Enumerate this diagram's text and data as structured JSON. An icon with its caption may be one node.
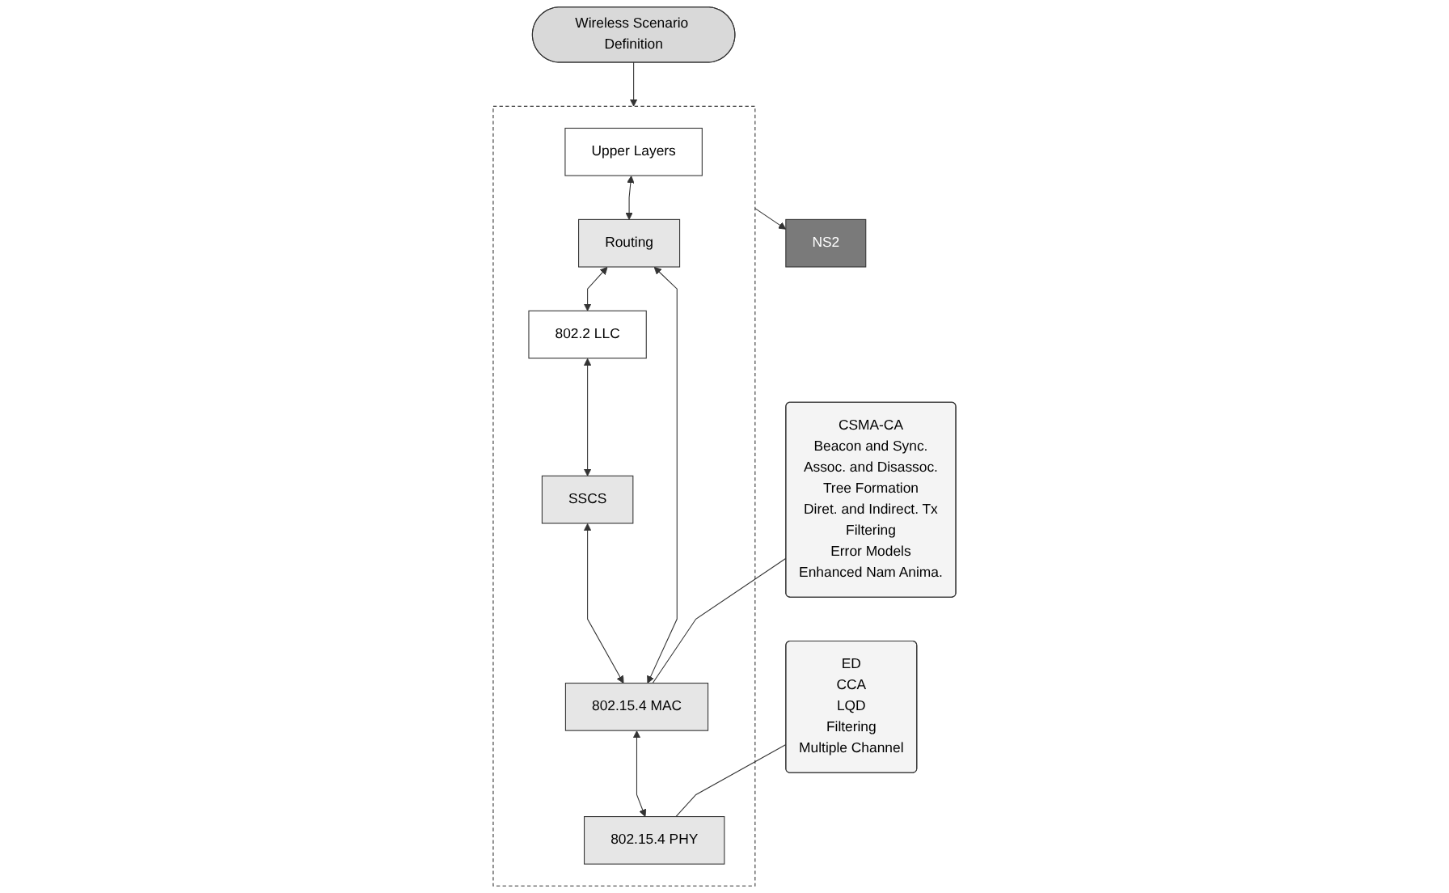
{
  "diagram": {
    "nodes": [
      {
        "text": [
          "Wireless Scenario Definition"
        ]
      },
      {
        "text": [],
        "shape": "box"
      },
      {
        "text": [
          "Upper Layers"
        ],
        "in": 1
      },
      {
        "text": [
          "Routing"
        ],
        "in": 1
      },
      {
        "text": [
          "802.2 LLC"
        ],
        "in": 1
      },
      {
        "text": [
          "SSCS"
        ],
        "in": 1
      },
      {
        "text": [
          "802.15.4 MAC"
        ],
        "in": 1
      },
      {
        "text": [
          "802.15.4 PHY"
        ],
        "in": 1
      },
      {
        "text": [
          "NS2"
        ]
      },
      {
        "text": [
          "ED",
          "CCA",
          "LQD",
          "Filtering",
          "Multiple Channel"
        ]
      },
      {
        "text": [
          "CSMA-CA",
          "Beacon and Sync.",
          "Assoc. and Disassoc.",
          "Tree Formation",
          "Diret. and Indirect. Tx",
          "Filtering",
          "Error Models",
          "Enhanced Nam Anima."
        ]
      }
    ],
    "edges": [
      {
        "from": 0,
        "to": 1,
        "arrow": "to"
      },
      {
        "from": 2,
        "to": 3,
        "arrow": "both"
      },
      {
        "from": 3,
        "to": 4,
        "arrow": "both"
      },
      {
        "from": 4,
        "to": 5,
        "arrow": "both"
      },
      {
        "from": 5,
        "to": 6,
        "arrow": "both"
      },
      {
        "from": 3,
        "to": 6,
        "arrow": "both"
      },
      {
        "from": 6,
        "to": 7,
        "arrow": "both"
      },
      {
        "from": 1,
        "to": 8,
        "arrow": "to"
      },
      {
        "from": 9,
        "to": 7,
        "arrow": "none"
      },
      {
        "from": 10,
        "to": 6,
        "arrow": "none"
      }
    ]
  }
}
